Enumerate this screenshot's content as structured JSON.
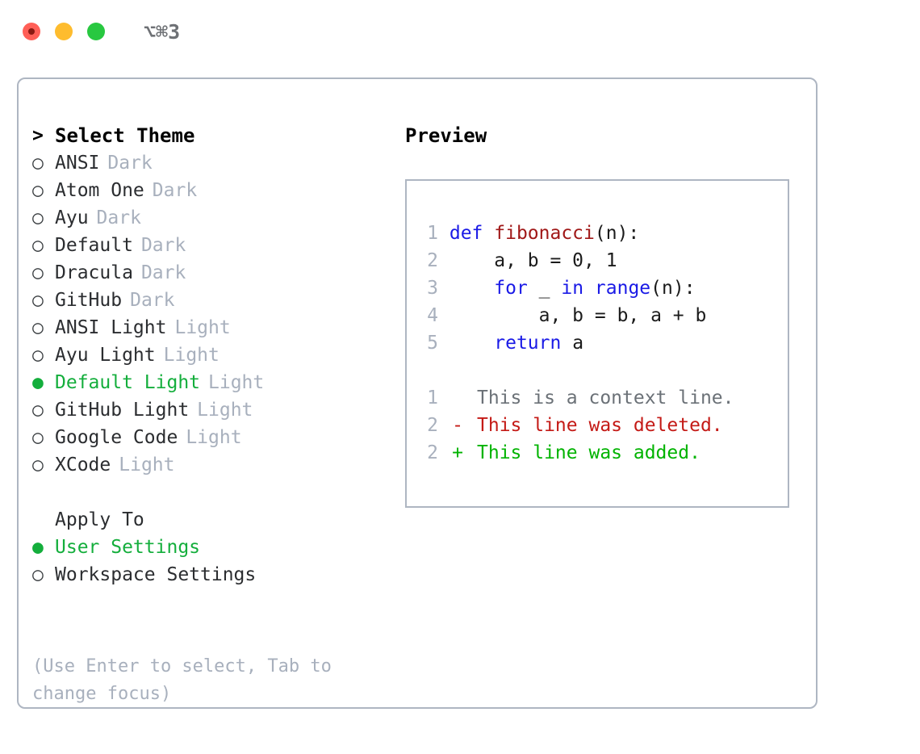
{
  "titlebar": {
    "shortcut": "⌥⌘3",
    "buttons": [
      {
        "name": "close",
        "color": "#ff5f57"
      },
      {
        "name": "minimize",
        "color": "#febc2e"
      },
      {
        "name": "maximize",
        "color": "#28c840"
      }
    ]
  },
  "theme_picker": {
    "header_caret": ">",
    "header": "Select Theme",
    "bullet_unselected": "○",
    "bullet_selected": "●",
    "items": [
      {
        "label": "ANSI",
        "tag": "Dark",
        "selected": false
      },
      {
        "label": "Atom One",
        "tag": "Dark",
        "selected": false
      },
      {
        "label": "Ayu",
        "tag": "Dark",
        "selected": false
      },
      {
        "label": "Default",
        "tag": "Dark",
        "selected": false
      },
      {
        "label": "Dracula",
        "tag": "Dark",
        "selected": false
      },
      {
        "label": "GitHub",
        "tag": "Dark",
        "selected": false
      },
      {
        "label": "ANSI Light",
        "tag": "Light",
        "selected": false
      },
      {
        "label": "Ayu Light",
        "tag": "Light",
        "selected": false
      },
      {
        "label": "Default Light",
        "tag": "Light",
        "selected": true
      },
      {
        "label": "GitHub Light",
        "tag": "Light",
        "selected": false
      },
      {
        "label": "Google Code",
        "tag": "Light",
        "selected": false
      },
      {
        "label": "XCode",
        "tag": "Light",
        "selected": false
      }
    ]
  },
  "apply_to": {
    "header": "Apply To",
    "items": [
      {
        "label": "User Settings",
        "selected": true
      },
      {
        "label": "Workspace Settings",
        "selected": false
      }
    ]
  },
  "hint": "(Use Enter to select, Tab to change focus)",
  "preview": {
    "title": "Preview",
    "code_lines": [
      {
        "num": "1",
        "segments": [
          {
            "text": "def ",
            "style": "kw"
          },
          {
            "text": "fibonacci",
            "style": "fn"
          },
          {
            "text": "(n):",
            "style": "pl"
          }
        ]
      },
      {
        "num": "2",
        "segments": [
          {
            "text": "    a, b = 0, 1",
            "style": "pl"
          }
        ]
      },
      {
        "num": "3",
        "segments": [
          {
            "text": "    ",
            "style": "pl"
          },
          {
            "text": "for",
            "style": "kw"
          },
          {
            "text": " _ ",
            "style": "pl"
          },
          {
            "text": "in",
            "style": "kw"
          },
          {
            "text": " ",
            "style": "pl"
          },
          {
            "text": "range",
            "style": "kw"
          },
          {
            "text": "(n):",
            "style": "pl"
          }
        ]
      },
      {
        "num": "4",
        "segments": [
          {
            "text": "        a, b = b, a + b",
            "style": "pl"
          }
        ]
      },
      {
        "num": "5",
        "segments": [
          {
            "text": "    ",
            "style": "pl"
          },
          {
            "text": "return",
            "style": "kw"
          },
          {
            "text": " a",
            "style": "pl"
          }
        ]
      }
    ],
    "diff_lines": [
      {
        "num": "1",
        "mark": "",
        "text": "This is a context line.",
        "kind": "context"
      },
      {
        "num": "2",
        "mark": "-",
        "text": "This line was deleted.",
        "kind": "deleted"
      },
      {
        "num": "2",
        "mark": "+",
        "text": "This line was added.",
        "kind": "added"
      }
    ]
  },
  "colors": {
    "accent_green": "#14ae3c",
    "muted": "#a8b0bd",
    "keyword": "#1a1ae6",
    "function": "#a01818",
    "diff_deleted": "#c41a16",
    "diff_added": "#00b300",
    "border": "#aeb6c2"
  }
}
